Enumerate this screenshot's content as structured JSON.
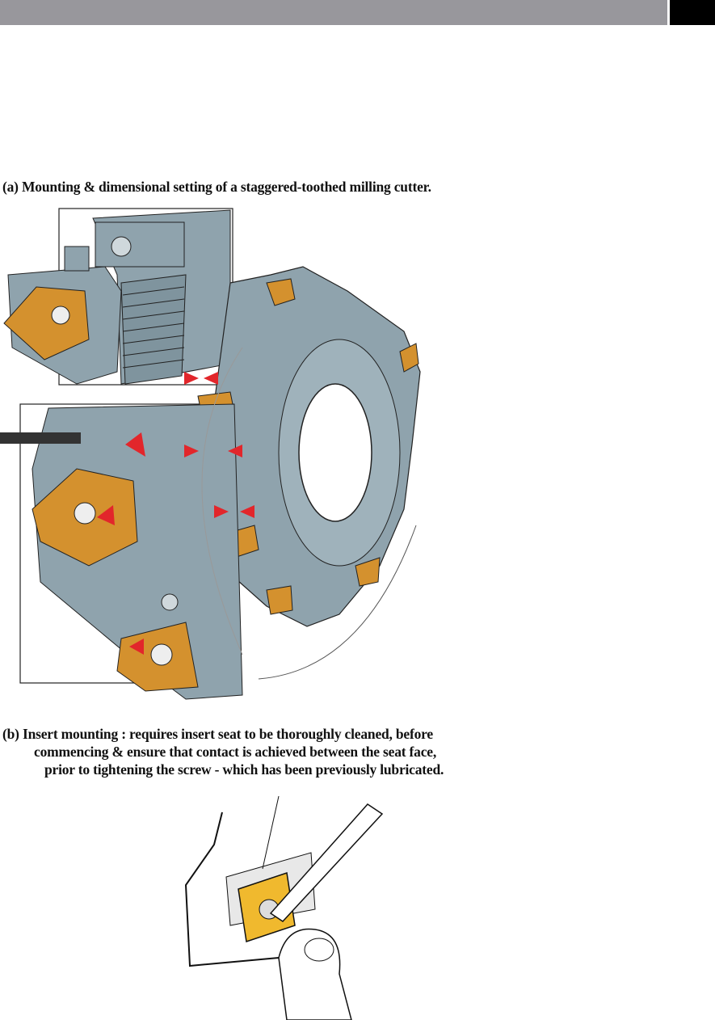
{
  "captions": {
    "a": "(a) Mounting & dimensional setting of a staggered-toothed milling cutter.",
    "b_line1": "(b) Insert mounting : requires insert seat to be thoroughly cleaned, before",
    "b_line2": "commencing & ensure that contact is achieved between the seat face,",
    "b_line3": "prior to tightening the screw - which has been previously lubricated."
  },
  "colors": {
    "steel": "#8fa3ad",
    "insert": "#d4912e",
    "arrow": "#e2262b",
    "header": "#98979c"
  }
}
